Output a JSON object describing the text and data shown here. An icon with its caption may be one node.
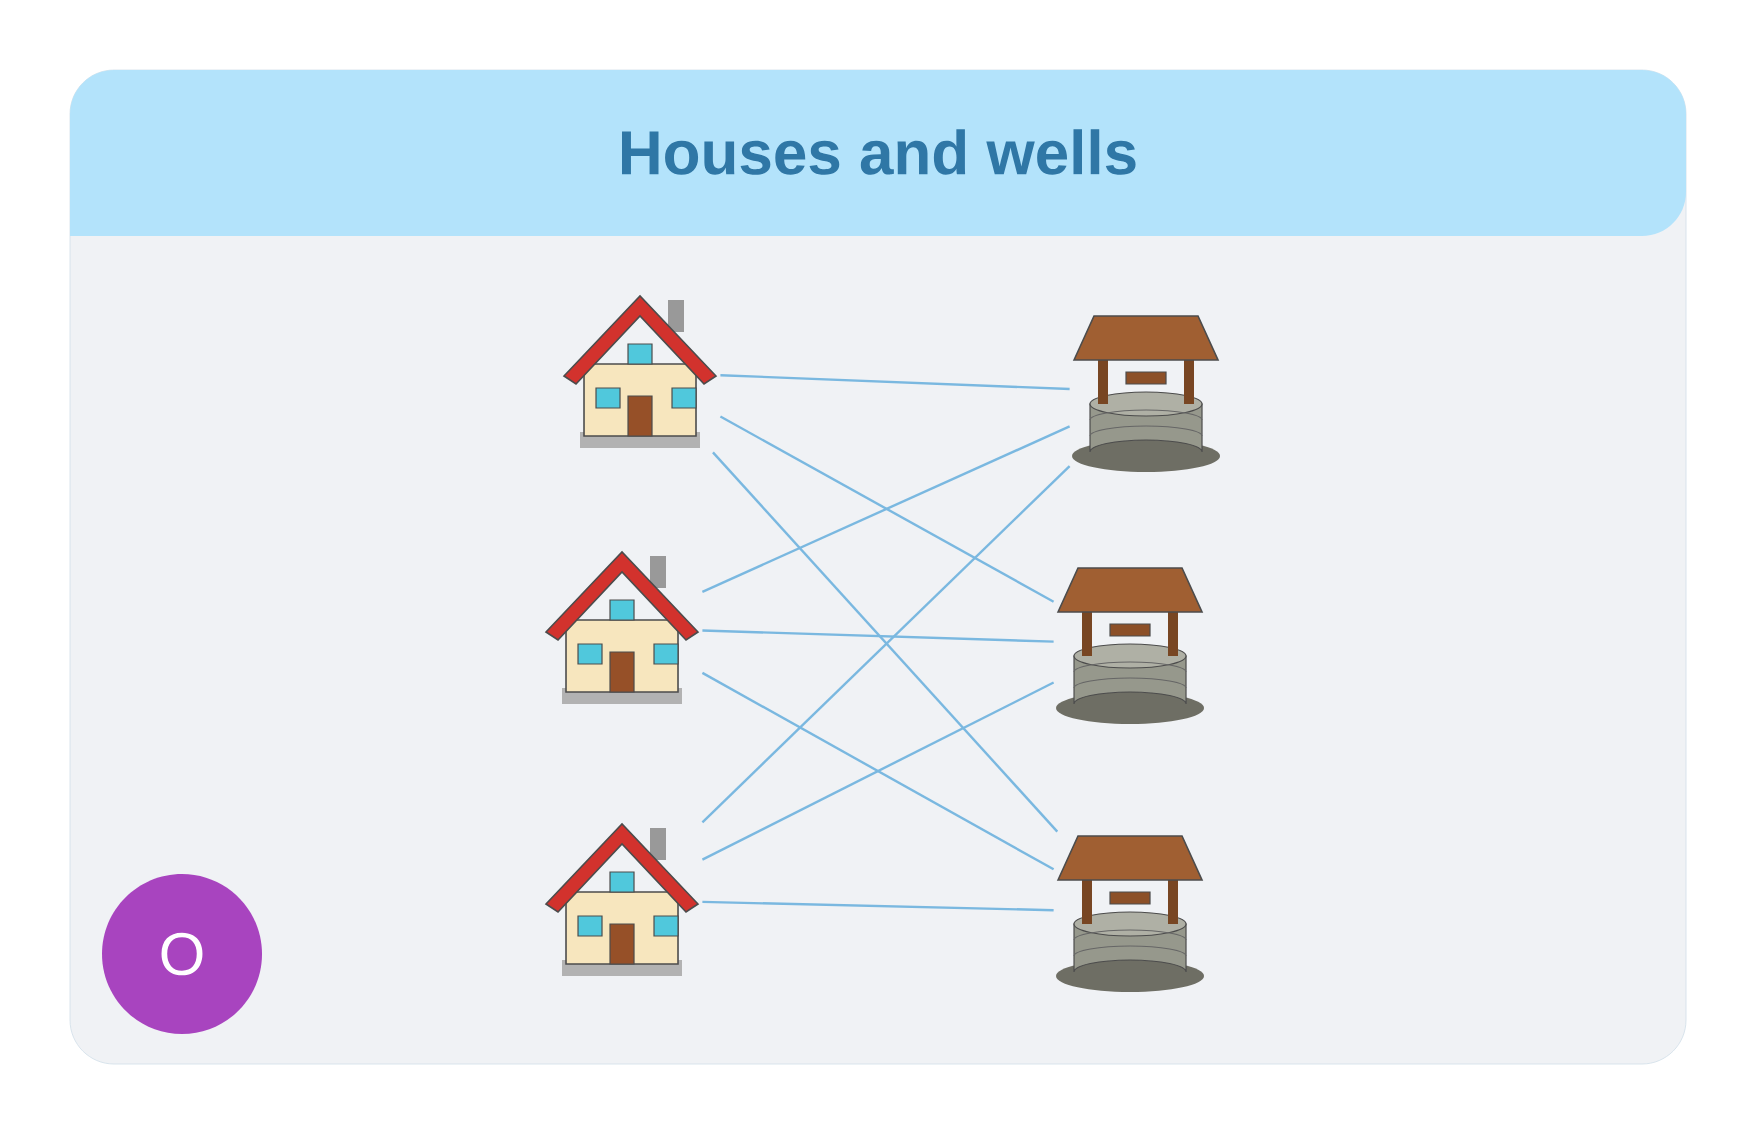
{
  "diagram": {
    "title": "Houses and wells",
    "nodes": [
      {
        "text": [],
        "shape": "picture"
      },
      {
        "text": [],
        "shape": "picture"
      },
      {
        "text": [],
        "shape": "picture"
      },
      {
        "text": [],
        "shape": "picture"
      },
      {
        "text": [],
        "shape": "picture"
      },
      {
        "text": [],
        "shape": "picture"
      },
      {
        "text": [
          "O"
        ]
      }
    ],
    "edges": [
      {
        "from": 0,
        "to": 3,
        "arrow": "none"
      },
      {
        "from": 0,
        "to": 4,
        "arrow": "none"
      },
      {
        "from": 0,
        "to": 5,
        "arrow": "none"
      },
      {
        "from": 1,
        "to": 3,
        "arrow": "none"
      },
      {
        "from": 1,
        "to": 4,
        "arrow": "none"
      },
      {
        "from": 1,
        "to": 5,
        "arrow": "none"
      },
      {
        "from": 2,
        "to": 3,
        "arrow": "none"
      },
      {
        "from": 2,
        "to": 4,
        "arrow": "none"
      },
      {
        "from": 2,
        "to": 5,
        "arrow": "none"
      }
    ]
  }
}
